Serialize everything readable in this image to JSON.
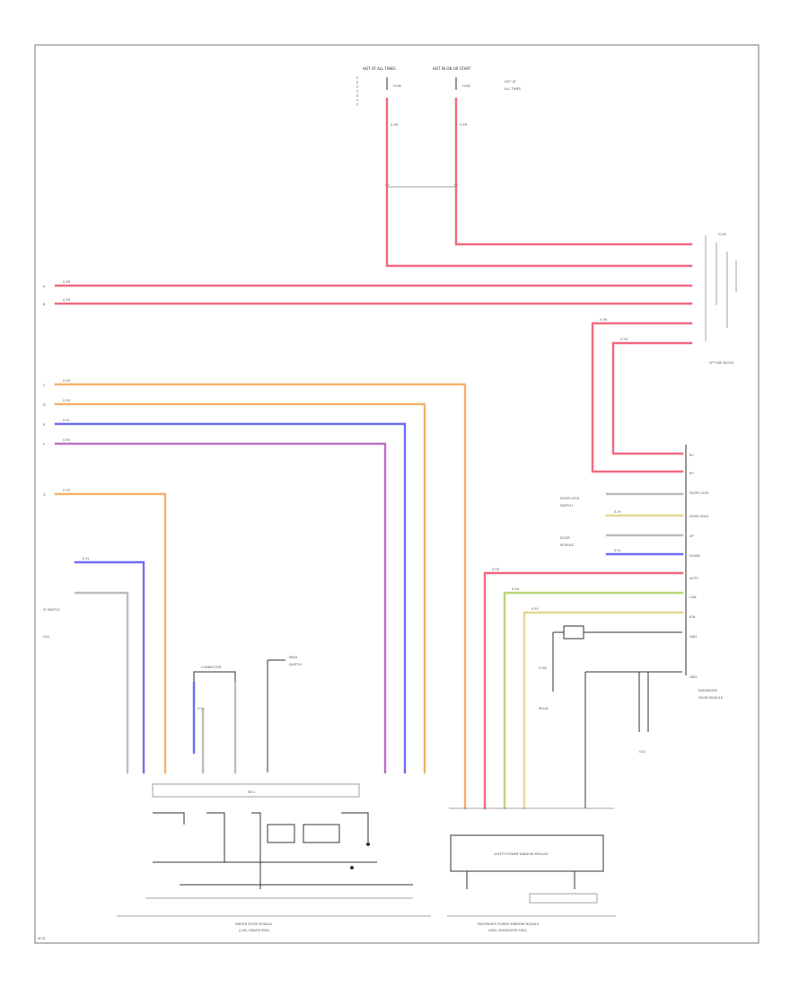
{
  "colors": {
    "red": "#f06a7f",
    "orange": "#f5b26b",
    "blue": "#6f6ff2",
    "violet": "#c070c8",
    "green": "#b8d67a",
    "yellow": "#e4d890",
    "gray": "#bdbdbd",
    "black": "#333333"
  },
  "labels": {
    "top_fuse_a": "HOT AT ALL TIMES",
    "top_fuse_b": "HOT IN ON OR START",
    "fuse_box_right": "I/P FUSE BLOCK",
    "driver_module": "DRIVER DOOR MODULE",
    "driver_module_sub": "(LHD, DRIVER SIDE)",
    "passenger_module": "PASSENGER POWER WINDOW MODULE",
    "passenger_module_sub": "(RHD, PASSENGER SIDE)",
    "ecu_left": "MCU",
    "ecu_right": "SAFETY POWER WINDOW MODULE",
    "ground_left": "G01",
    "ground_right": "G01",
    "switch_label": "IG SWITCH",
    "page_id": "W-01"
  },
  "wire_tags": {
    "red": "0.5R",
    "orange": "0.5O",
    "blue": "0.5L",
    "violet": "0.5V",
    "green": "0.5G",
    "yellow": "0.5Y"
  }
}
